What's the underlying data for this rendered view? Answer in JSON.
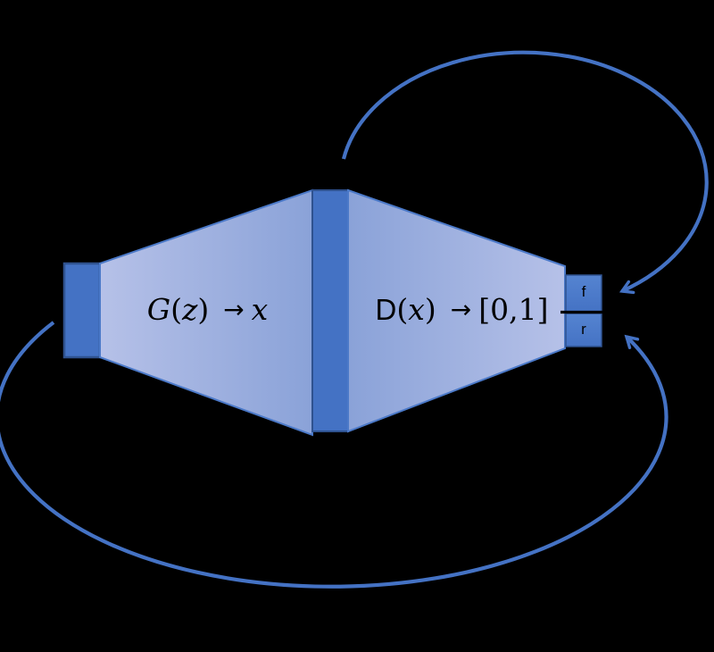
{
  "colors": {
    "background": "#000000",
    "accent_blue": "#4472c4",
    "dark_border": "#2f528f",
    "light_fill": "#b6c1e8",
    "mid_fill": "#8aa2d8",
    "cell_fill": "#4a79c9",
    "divider": "#000000",
    "text": "#000000"
  },
  "generator": {
    "g": "G",
    "open": "(",
    "z": "z",
    "close": ")",
    "arrow": "→",
    "x": "x"
  },
  "discriminator": {
    "d": "D",
    "open": "(",
    "x": "x",
    "close": ")",
    "arrow": "→",
    "range": "[0,1]"
  },
  "outputs": {
    "fake": "f",
    "real": "r"
  }
}
